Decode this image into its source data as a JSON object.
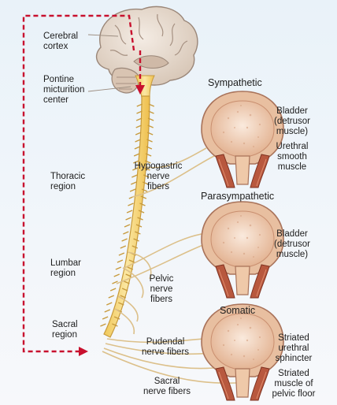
{
  "labels": {
    "cerebral_cortex": "Cerebral\ncortex",
    "pontine_center": "Pontine\nmicturition\ncenter",
    "thoracic_region": "Thoracic\nregion",
    "lumbar_region": "Lumbar\nregion",
    "sacral_region": "Sacral\nregion",
    "hypogastric_fibers": "Hypogastric\nnerve\nfibers",
    "pelvic_fibers": "Pelvic\nnerve\nfibers",
    "pudendal_fibers": "Pudendal\nnerve fibers",
    "sacral_fibers": "Sacral\nnerve fibers"
  },
  "panels": [
    {
      "title": "Sympathetic",
      "labels": [
        "Bladder\n(detrusor\nmuscle)",
        "Urethral\nsmooth\nmuscle"
      ]
    },
    {
      "title": "Parasympathetic",
      "labels": [
        "Bladder\n(detrusor\nmuscle)"
      ]
    },
    {
      "title": "Somatic",
      "labels": [
        "Striated\nurethral\nsphincter",
        "Striated\nmuscle of\npelvic floor"
      ]
    }
  ],
  "colors": {
    "pathway_arrow": "#c8102e",
    "spinal_cord": "#f6d77a",
    "nerve": "#ddc189",
    "bladder_wall": "#ecc6a6",
    "muscle": "#b8583e"
  }
}
